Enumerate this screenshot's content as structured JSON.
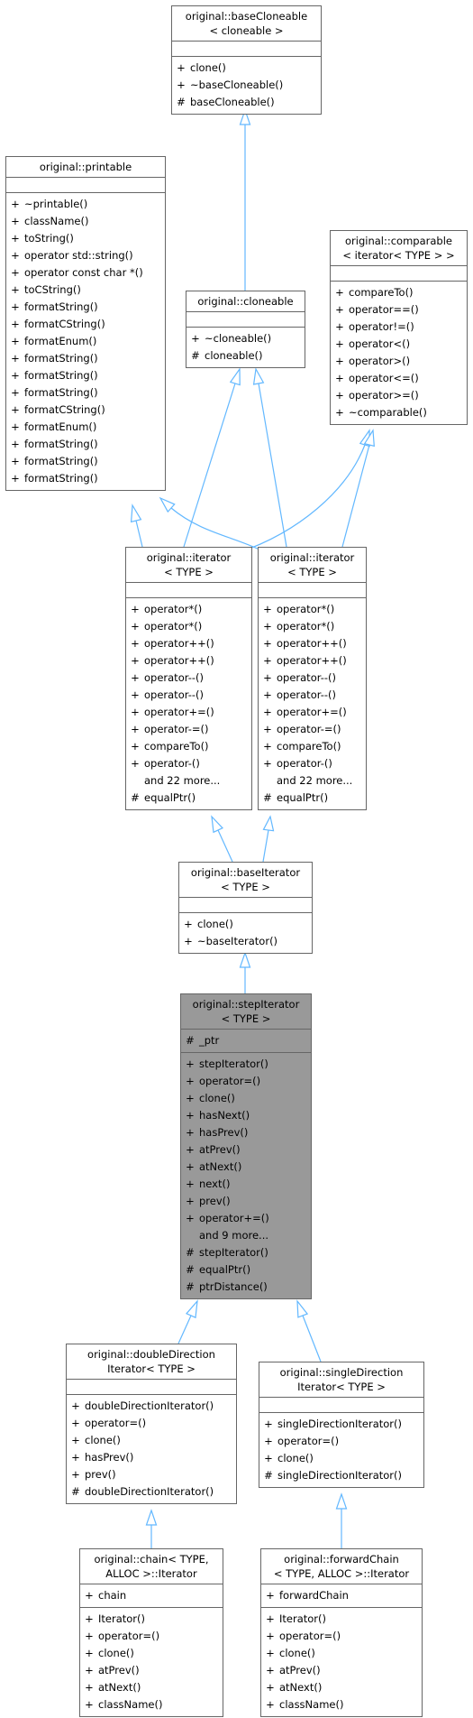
{
  "nodes": {
    "base_cloneable": {
      "title": [
        "original::baseCloneable",
        "< cloneable >"
      ],
      "attrs": [],
      "methods": [
        [
          "+",
          "clone()"
        ],
        [
          "+",
          "~baseCloneable()"
        ],
        [
          "#",
          "baseCloneable()"
        ]
      ]
    },
    "printable": {
      "title": [
        "original::printable"
      ],
      "attrs": [],
      "methods": [
        [
          "+",
          "~printable()"
        ],
        [
          "+",
          "className()"
        ],
        [
          "+",
          "toString()"
        ],
        [
          "+",
          "operator std::string()"
        ],
        [
          "+",
          "operator const char *()"
        ],
        [
          "+",
          "toCString()"
        ],
        [
          "+",
          "formatString()"
        ],
        [
          "+",
          "formatCString()"
        ],
        [
          "+",
          "formatEnum()"
        ],
        [
          "+",
          "formatString()"
        ],
        [
          "+",
          "formatString()"
        ],
        [
          "+",
          "formatString()"
        ],
        [
          "+",
          "formatCString()"
        ],
        [
          "+",
          "formatEnum()"
        ],
        [
          "+",
          "formatString()"
        ],
        [
          "+",
          "formatString()"
        ],
        [
          "+",
          "formatString()"
        ]
      ]
    },
    "cloneable": {
      "title": [
        "original::cloneable"
      ],
      "attrs": [],
      "methods": [
        [
          "+",
          "~cloneable()"
        ],
        [
          "#",
          "cloneable()"
        ]
      ]
    },
    "comparable": {
      "title": [
        "original::comparable",
        "< iterator< TYPE > >"
      ],
      "attrs": [],
      "methods": [
        [
          "+",
          "compareTo()"
        ],
        [
          "+",
          "operator==()"
        ],
        [
          "+",
          "operator!=()"
        ],
        [
          "+",
          "operator<()"
        ],
        [
          "+",
          "operator>()"
        ],
        [
          "+",
          "operator<=()"
        ],
        [
          "+",
          "operator>=()"
        ],
        [
          "+",
          "~comparable()"
        ]
      ]
    },
    "iterator_left": {
      "title": [
        "original::iterator",
        "< TYPE >"
      ],
      "attrs": [],
      "methods": [
        [
          "+",
          "operator*()"
        ],
        [
          "+",
          "operator*()"
        ],
        [
          "+",
          "operator++()"
        ],
        [
          "+",
          "operator++()"
        ],
        [
          "+",
          "operator--()"
        ],
        [
          "+",
          "operator--()"
        ],
        [
          "+",
          "operator+=()"
        ],
        [
          "+",
          "operator-=()"
        ],
        [
          "+",
          "compareTo()"
        ],
        [
          "+",
          "operator-()"
        ],
        [
          "",
          "and 22 more..."
        ],
        [
          "#",
          "equalPtr()"
        ]
      ]
    },
    "iterator_right": {
      "title": [
        "original::iterator",
        "< TYPE >"
      ],
      "attrs": [],
      "methods": [
        [
          "+",
          "operator*()"
        ],
        [
          "+",
          "operator*()"
        ],
        [
          "+",
          "operator++()"
        ],
        [
          "+",
          "operator++()"
        ],
        [
          "+",
          "operator--()"
        ],
        [
          "+",
          "operator--()"
        ],
        [
          "+",
          "operator+=()"
        ],
        [
          "+",
          "operator-=()"
        ],
        [
          "+",
          "compareTo()"
        ],
        [
          "+",
          "operator-()"
        ],
        [
          "",
          "and 22 more..."
        ],
        [
          "#",
          "equalPtr()"
        ]
      ]
    },
    "base_iterator": {
      "title": [
        "original::baseIterator",
        "< TYPE >"
      ],
      "attrs": [],
      "methods": [
        [
          "+",
          "clone()"
        ],
        [
          "+",
          "~baseIterator()"
        ]
      ]
    },
    "step_iterator": {
      "title": [
        "original::stepIterator",
        "< TYPE >"
      ],
      "attrs": [
        [
          "#",
          "_ptr"
        ]
      ],
      "methods": [
        [
          "+",
          "stepIterator()"
        ],
        [
          "+",
          "operator=()"
        ],
        [
          "+",
          "clone()"
        ],
        [
          "+",
          "hasNext()"
        ],
        [
          "+",
          "hasPrev()"
        ],
        [
          "+",
          "atPrev()"
        ],
        [
          "+",
          "atNext()"
        ],
        [
          "+",
          "next()"
        ],
        [
          "+",
          "prev()"
        ],
        [
          "+",
          "operator+=()"
        ],
        [
          "",
          "and 9 more..."
        ],
        [
          "#",
          "stepIterator()"
        ],
        [
          "#",
          "equalPtr()"
        ],
        [
          "#",
          "ptrDistance()"
        ]
      ]
    },
    "double_direction": {
      "title": [
        "original::doubleDirection",
        "Iterator< TYPE >"
      ],
      "attrs": [],
      "methods": [
        [
          "+",
          "doubleDirectionIterator()"
        ],
        [
          "+",
          "operator=()"
        ],
        [
          "+",
          "clone()"
        ],
        [
          "+",
          "hasPrev()"
        ],
        [
          "+",
          "prev()"
        ],
        [
          "#",
          "doubleDirectionIterator()"
        ]
      ]
    },
    "single_direction": {
      "title": [
        "original::singleDirection",
        "Iterator< TYPE >"
      ],
      "attrs": [],
      "methods": [
        [
          "+",
          "singleDirectionIterator()"
        ],
        [
          "+",
          "operator=()"
        ],
        [
          "+",
          "clone()"
        ],
        [
          "#",
          "singleDirectionIterator()"
        ]
      ]
    },
    "chain_iterator": {
      "title": [
        "original::chain< TYPE,",
        "ALLOC >::Iterator"
      ],
      "attrs": [
        [
          "+",
          "chain"
        ]
      ],
      "methods": [
        [
          "+",
          "Iterator()"
        ],
        [
          "+",
          "operator=()"
        ],
        [
          "+",
          "clone()"
        ],
        [
          "+",
          "atPrev()"
        ],
        [
          "+",
          "atNext()"
        ],
        [
          "+",
          "className()"
        ]
      ]
    },
    "forward_chain_iterator": {
      "title": [
        "original::forwardChain",
        "< TYPE, ALLOC >::Iterator"
      ],
      "attrs": [
        [
          "+",
          "forwardChain"
        ]
      ],
      "methods": [
        [
          "+",
          "Iterator()"
        ],
        [
          "+",
          "operator=()"
        ],
        [
          "+",
          "clone()"
        ],
        [
          "+",
          "atPrev()"
        ],
        [
          "+",
          "atNext()"
        ],
        [
          "+",
          "className()"
        ]
      ]
    }
  },
  "colors": {
    "edge": "#63b8ff",
    "border": "#666666",
    "highlight_fill": "#999999"
  }
}
